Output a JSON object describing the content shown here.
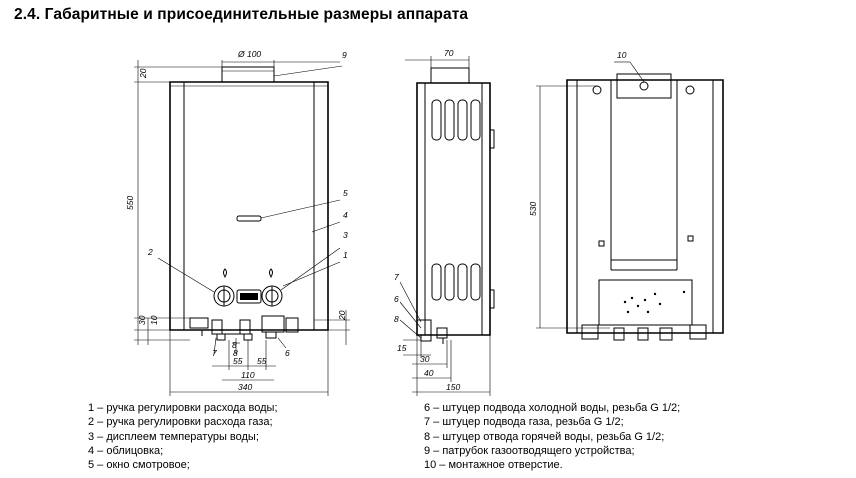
{
  "title": "2.4. Габаритные и присоединительные размеры аппарата",
  "dimensions": {
    "d100": "Ø 100",
    "h20_top": "20",
    "h550": "550",
    "h30": "30",
    "h10_left": "10",
    "h20_right": "20",
    "w8": "8",
    "w55a": "55",
    "w55b": "55",
    "w110": "110",
    "w340": "340",
    "w70": "70",
    "w15": "15",
    "w30": "30",
    "w40": "40",
    "w150": "150",
    "h530": "530"
  },
  "callouts": {
    "c1": "1",
    "c2": "2",
    "c3": "3",
    "c4": "4",
    "c5": "5",
    "c6a": "6",
    "c6b": "6",
    "c7a": "7",
    "c7b": "7",
    "c8a": "8",
    "c8b": "8",
    "c9": "9",
    "c10": "10"
  },
  "legend_left": [
    "1 – ручка регулировки расхода воды;",
    "2 – ручка регулировки расхода газа;",
    "3 – дисплеем температуры воды;",
    "4 – облицовка;",
    "5 – окно смотровое;"
  ],
  "legend_right": [
    "6 – штуцер подвода холодной воды, резьба G 1/2;",
    "7 – штуцер подвода газа, резьба G 1/2;",
    "8 – штуцер отвода горячей воды, резьба G 1/2;",
    "9 – патрубок газоотводящего устройства;",
    "10 – монтажное отверстие."
  ]
}
